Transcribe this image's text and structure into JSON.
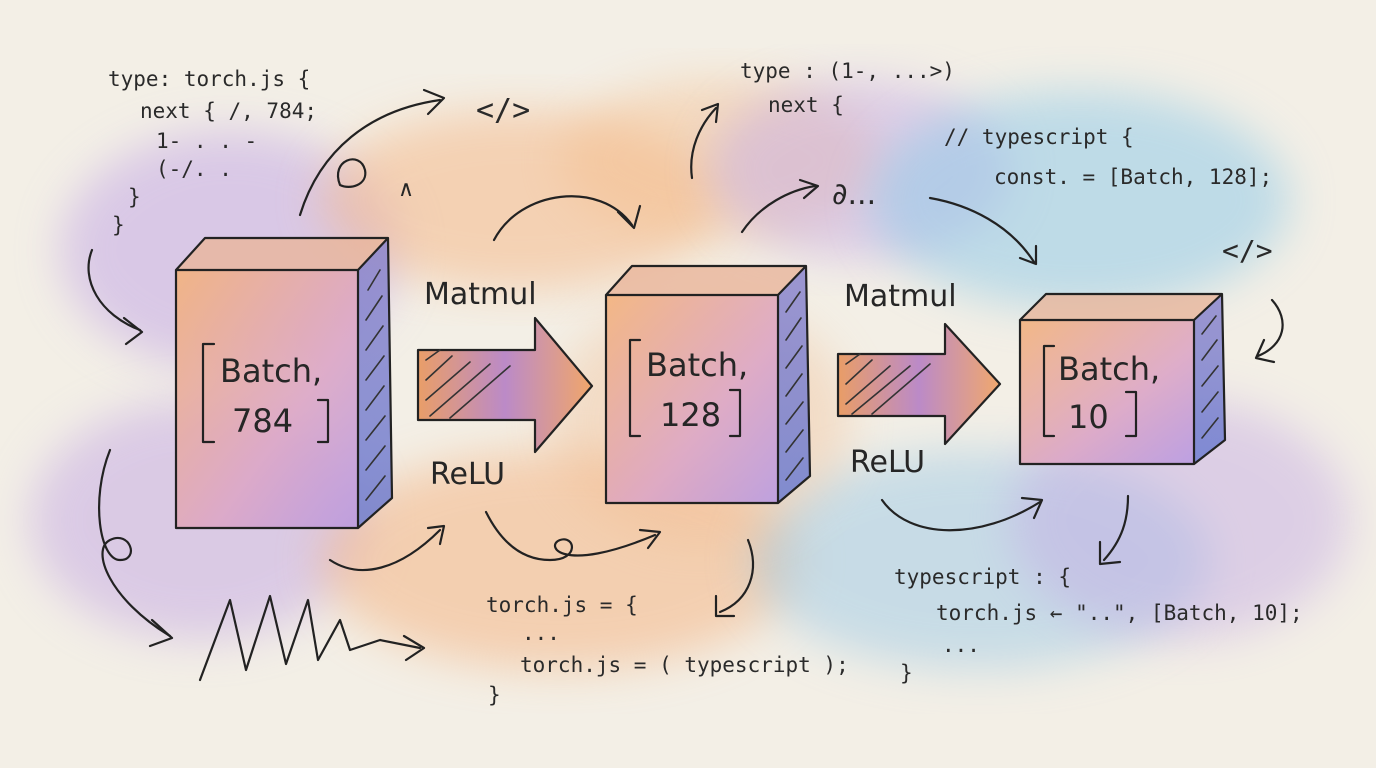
{
  "layers": [
    {
      "line1": "Batch,",
      "line2": "784"
    },
    {
      "line1": "Batch,",
      "line2": "128"
    },
    {
      "line1": "Batch,",
      "line2": "10"
    }
  ],
  "ops": [
    {
      "top": "Matmul",
      "bottom": "ReLU"
    },
    {
      "top": "Matmul",
      "bottom": "ReLU"
    }
  ],
  "code_blocks": {
    "top_left": [
      "type: torch.js  {",
      "next {   /, 784;",
      "1- . . -",
      "(-/. .",
      "}",
      "}"
    ],
    "top_middle": [
      "type : (1-, ...>)",
      "next {"
    ],
    "top_right": [
      "// typescript  {",
      "const. = [Batch, 128];"
    ],
    "bottom_middle": [
      "torch.js = {",
      "...",
      "torch.js = ( typescript );",
      "}"
    ],
    "bottom_right": [
      "typescript : {",
      "torch.js ← \"..\", [Batch, 10];",
      "...",
      "}"
    ]
  },
  "tags": {
    "tag_left": "</>",
    "tag_right": "</>",
    "partial": "∂...",
    "squiggle": "∧"
  },
  "colors": {
    "orange": "#f2b27a",
    "purple": "#b79be0",
    "blue": "#8ec8e6",
    "ink": "#222222"
  }
}
